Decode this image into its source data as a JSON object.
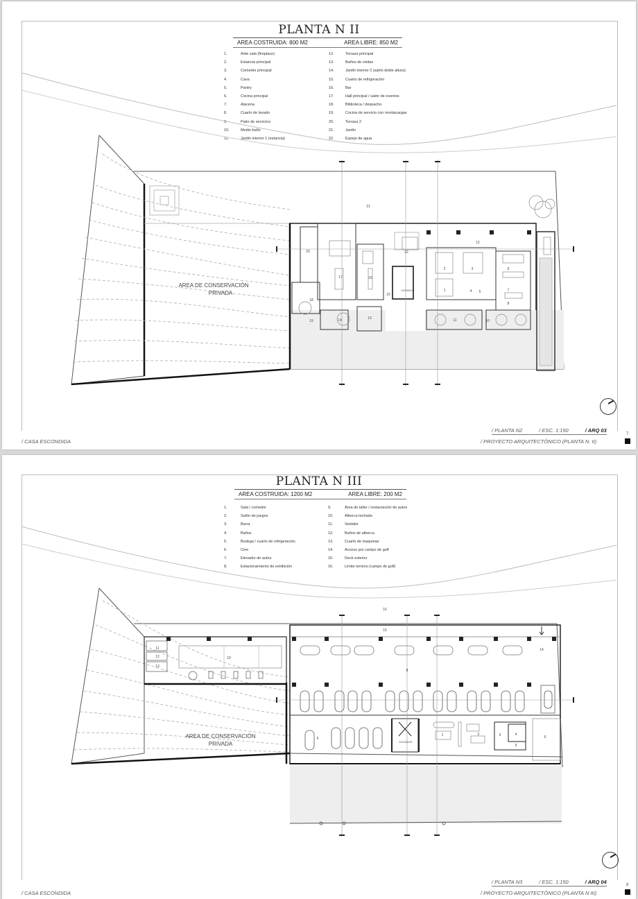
{
  "pages": [
    {
      "title": "PLANTA N II",
      "area_construida": "AREA COSTRUIDA: 800 M2",
      "area_libre": "AREA LIBRE: 850 M2",
      "legend_left": [
        {
          "n": "1.",
          "label": "Ante sala (fireplace)"
        },
        {
          "n": "2.",
          "label": "Estancia principal"
        },
        {
          "n": "3.",
          "label": "Comedor principal"
        },
        {
          "n": "4.",
          "label": "Cava"
        },
        {
          "n": "5.",
          "label": "Pantry"
        },
        {
          "n": "6.",
          "label": "Cocina principal"
        },
        {
          "n": "7.",
          "label": "Alacena"
        },
        {
          "n": "8.",
          "label": "Cuarto de lavado"
        },
        {
          "n": "9.",
          "label": "Patio de servicios"
        },
        {
          "n": "10.",
          "label": "Medio baño"
        },
        {
          "n": "11.",
          "label": "Jardín interior 1 (estancia)"
        }
      ],
      "legend_right": [
        {
          "n": "12.",
          "label": "Terraza principal"
        },
        {
          "n": "13.",
          "label": "Baños de visitas"
        },
        {
          "n": "14.",
          "label": "Jardín interior 2 (salón doble altura)"
        },
        {
          "n": "15.",
          "label": "Cuarto de refrigeración"
        },
        {
          "n": "16.",
          "label": "Bar"
        },
        {
          "n": "17.",
          "label": "Hall principal / salón de eventos"
        },
        {
          "n": "18.",
          "label": "Biblioteca / despacho"
        },
        {
          "n": "19.",
          "label": "Cocina de servicio con montacargas"
        },
        {
          "n": "20.",
          "label": "Terraza 2"
        },
        {
          "n": "21.",
          "label": "Jardín"
        },
        {
          "n": "22.",
          "label": "Espejo de agua"
        }
      ],
      "plan_labels": {
        "conservation_line1": "AREA DE CONSERVACIÓN",
        "conservation_line2": "PRIVADA",
        "elevator": "ELEVADOR",
        "room_21": "21",
        "room_22": "22",
        "room_20": "20",
        "room_17": "17",
        "room_16": "16",
        "room_18": "18",
        "room_15": "15",
        "room_12": "12",
        "room_2": "2",
        "room_3": "3",
        "room_1": "1",
        "room_4": "4",
        "room_5": "5",
        "room_6": "6",
        "room_7": "7",
        "room_8": "8",
        "room_9": "9",
        "room_10": "10",
        "room_11": "11",
        "room_14": "14",
        "room_13": "13",
        "room_19": "19"
      },
      "sheet": {
        "planta": "/ PLANTA N2",
        "escala": "/ ESC. 1:150",
        "arq": "/ ARQ 03"
      },
      "footer_left": "/ CASA ESCONDIDA",
      "footer_right": "/ PROYECTO ARQUITECTÓNICO (PLANTA N. II)",
      "page_number": "7"
    },
    {
      "title": "PLANTA N III",
      "area_construida": "AREA COSTRUIDA: 1200 M2",
      "area_libre": "AREA LIBRE: 200 M2",
      "legend_left": [
        {
          "n": "1.",
          "label": "Sala / comedor"
        },
        {
          "n": "2.",
          "label": "Salón de juegos"
        },
        {
          "n": "3.",
          "label": "Barra"
        },
        {
          "n": "4.",
          "label": "Baños"
        },
        {
          "n": "5.",
          "label": "Bodega / cuarto de refrigeración."
        },
        {
          "n": "6.",
          "label": "Cine"
        },
        {
          "n": "7.",
          "label": "Elevador de autos"
        },
        {
          "n": "8.",
          "label": "Estacionamiento de exhibición"
        }
      ],
      "legend_right": [
        {
          "n": "9.",
          "label": "Área de taller / restauración de autos"
        },
        {
          "n": "10.",
          "label": "Alberca techada"
        },
        {
          "n": "11.",
          "label": "Vestidor"
        },
        {
          "n": "12.",
          "label": "Baños de alberca"
        },
        {
          "n": "13.",
          "label": "Cuarto de maquinas"
        },
        {
          "n": "14.",
          "label": "Acceso por campo de golf"
        },
        {
          "n": "15.",
          "label": "Deck exterior"
        },
        {
          "n": "16.",
          "label": "Limite terreno (campo de golf)"
        }
      ],
      "plan_labels": {
        "conservation_line1": "AREA DE CONSERVACIÓN",
        "conservation_line2": "PRIVADA",
        "elevator": "ELEVADOR",
        "room_16": "16",
        "room_15": "15",
        "room_14": "14",
        "room_10": "10",
        "room_11": "11",
        "room_12": "12",
        "room_13": "13",
        "room_8": "8",
        "room_9": "9",
        "room_1": "1",
        "room_2": "2",
        "room_3": "3",
        "room_4": "4",
        "room_5": "5",
        "room_6": "6"
      },
      "sheet": {
        "planta": "/ PLANTA N3",
        "escala": "/ ESC. 1:150",
        "arq": "/ ARQ 04"
      },
      "footer_left": "/ CASA ESCONDIDA",
      "footer_right": "/ PROYECTO ARQUITECTÓNICO (PLANTA N III)",
      "page_number": "8"
    }
  ]
}
